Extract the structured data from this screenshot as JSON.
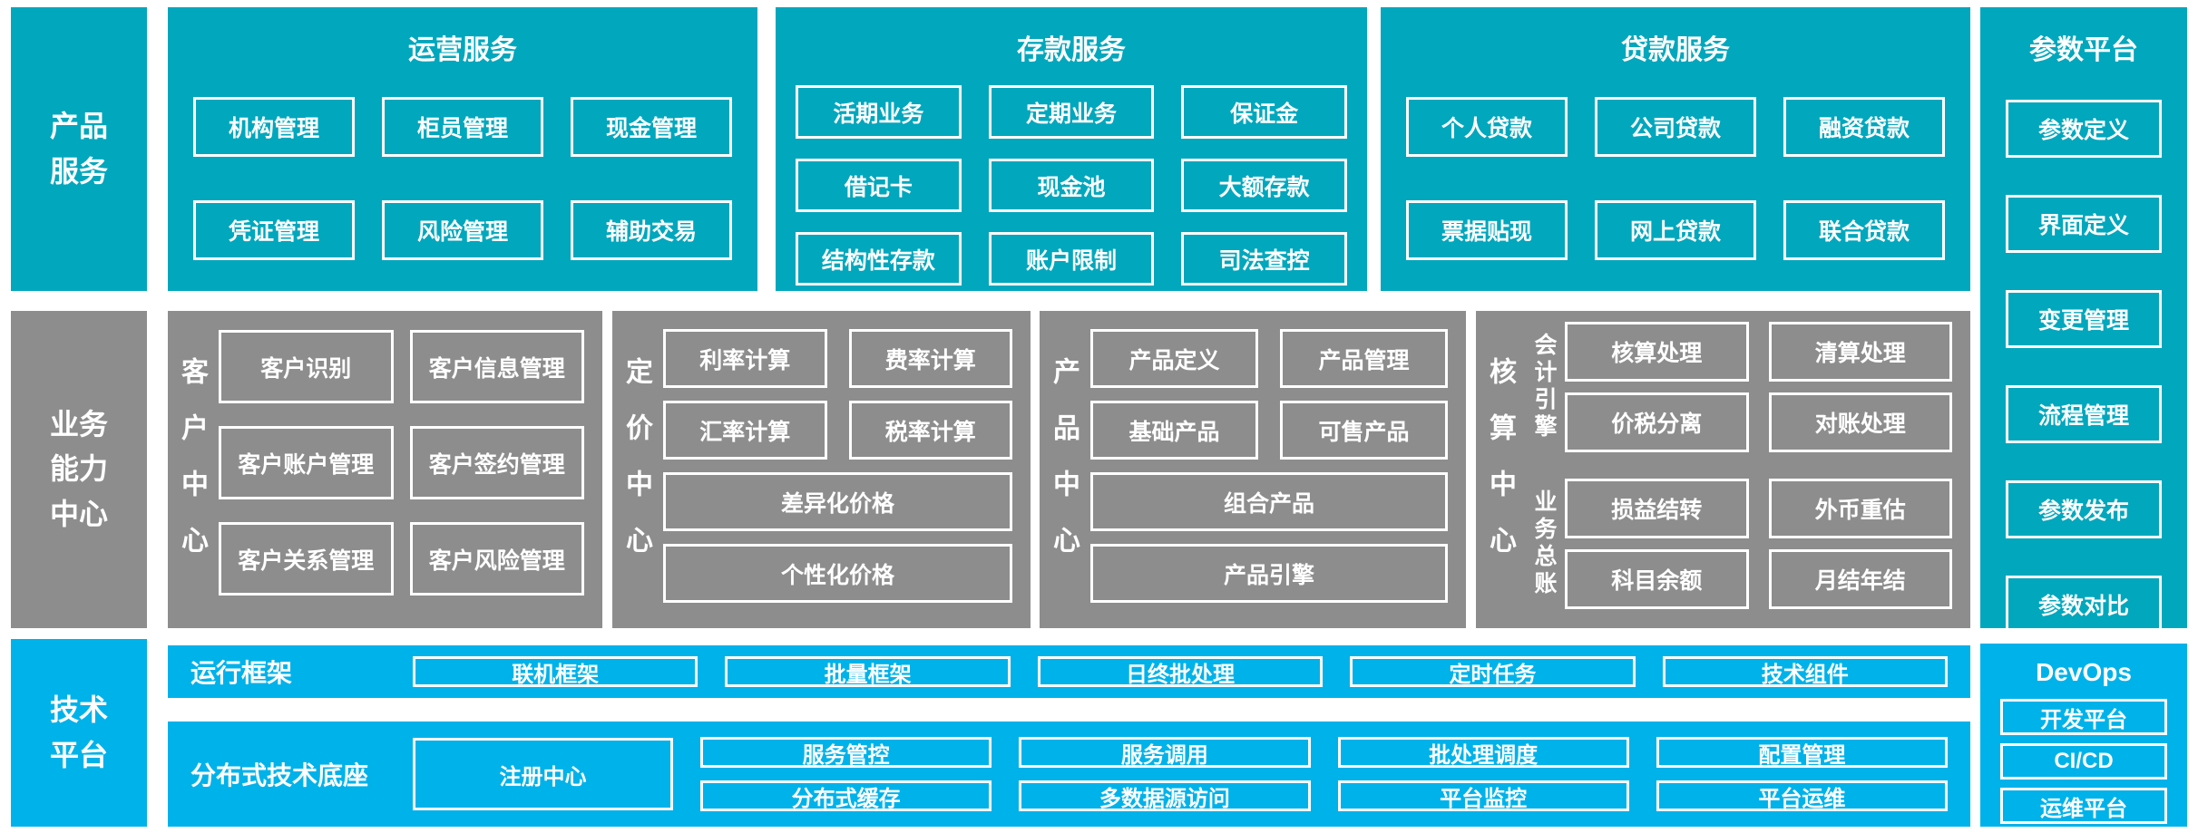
{
  "colors": {
    "teal": "#00a7bd",
    "gray": "#8d8d8d",
    "blue": "#00b2ea",
    "text": "#ffffff"
  },
  "product_band": {
    "label": "产品服务",
    "operations": {
      "title": "运营服务",
      "items": [
        "机构管理",
        "柜员管理",
        "现金管理",
        "凭证管理",
        "风险管理",
        "辅助交易"
      ]
    },
    "deposit": {
      "title": "存款服务",
      "items": [
        "活期业务",
        "定期业务",
        "保证金",
        "借记卡",
        "现金池",
        "大额存款",
        "结构性存款",
        "账户限制",
        "司法查控"
      ]
    },
    "loan": {
      "title": "贷款服务",
      "items": [
        "个人贷款",
        "公司贷款",
        "融资贷款",
        "票据贴现",
        "网上贷款",
        "联合贷款"
      ]
    }
  },
  "param_platform": {
    "title": "参数平台",
    "items": [
      "参数定义",
      "界面定义",
      "变更管理",
      "流程管理",
      "参数发布",
      "参数对比"
    ]
  },
  "business_band": {
    "label": "业务能力中心",
    "customer": {
      "title": "客户中心",
      "items": [
        "客户识别",
        "客户信息管理",
        "客户账户管理",
        "客户签约管理",
        "客户关系管理",
        "客户风险管理"
      ]
    },
    "pricing": {
      "title": "定价中心",
      "items": [
        "利率计算",
        "费率计算",
        "汇率计算",
        "税率计算"
      ],
      "wide": [
        "差异化价格",
        "个性化价格"
      ]
    },
    "product": {
      "title": "产品中心",
      "items": [
        "产品定义",
        "产品管理",
        "基础产品",
        "可售产品"
      ],
      "wide": [
        "组合产品",
        "产品引擎"
      ]
    },
    "accounting": {
      "title": "核算中心",
      "groups": [
        {
          "label": "会计引擎",
          "items": [
            "核算处理",
            "清算处理",
            "价税分离",
            "对账处理"
          ]
        },
        {
          "label": "业务总账",
          "items": [
            "损益结转",
            "外币重估",
            "科目余额",
            "月结年结"
          ]
        }
      ]
    }
  },
  "tech_band": {
    "label": "技术平台",
    "runtime": {
      "label": "运行框架",
      "items": [
        "联机框架",
        "批量框架",
        "日终批处理",
        "定时任务",
        "技术组件"
      ]
    },
    "distributed": {
      "label": "分布式技术底座",
      "tall_item": "注册中心",
      "rows": [
        [
          "服务管控",
          "服务调用",
          "批处理调度",
          "配置管理"
        ],
        [
          "分布式缓存",
          "多数据源访问",
          "平台监控",
          "平台运维"
        ]
      ]
    }
  },
  "devops": {
    "title": "DevOps",
    "items": [
      "开发平台",
      "CI/CD",
      "运维平台"
    ]
  }
}
